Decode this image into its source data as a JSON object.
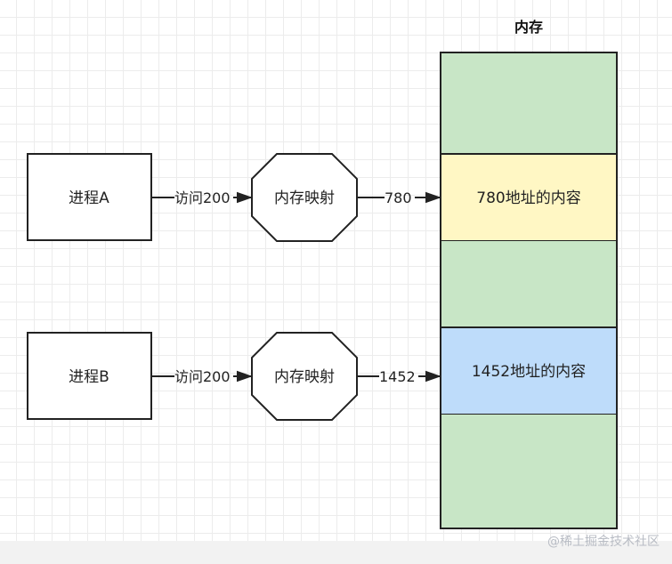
{
  "memory": {
    "title": "内存",
    "segments": [
      {
        "label": "",
        "color": "#c8e6c6"
      },
      {
        "label": "780地址的内容",
        "color": "#fff7c4"
      },
      {
        "label": "",
        "color": "#c8e6c6"
      },
      {
        "label": "1452地址的内容",
        "color": "#bedcfa"
      },
      {
        "label": "",
        "color": "#c8e6c6"
      }
    ]
  },
  "rows": [
    {
      "process": "进程A",
      "access": "访问200",
      "mapping": "内存映射",
      "address": "780"
    },
    {
      "process": "进程B",
      "access": "访问200",
      "mapping": "内存映射",
      "address": "1452"
    }
  ],
  "watermark": "@稀土掘金技术社区"
}
